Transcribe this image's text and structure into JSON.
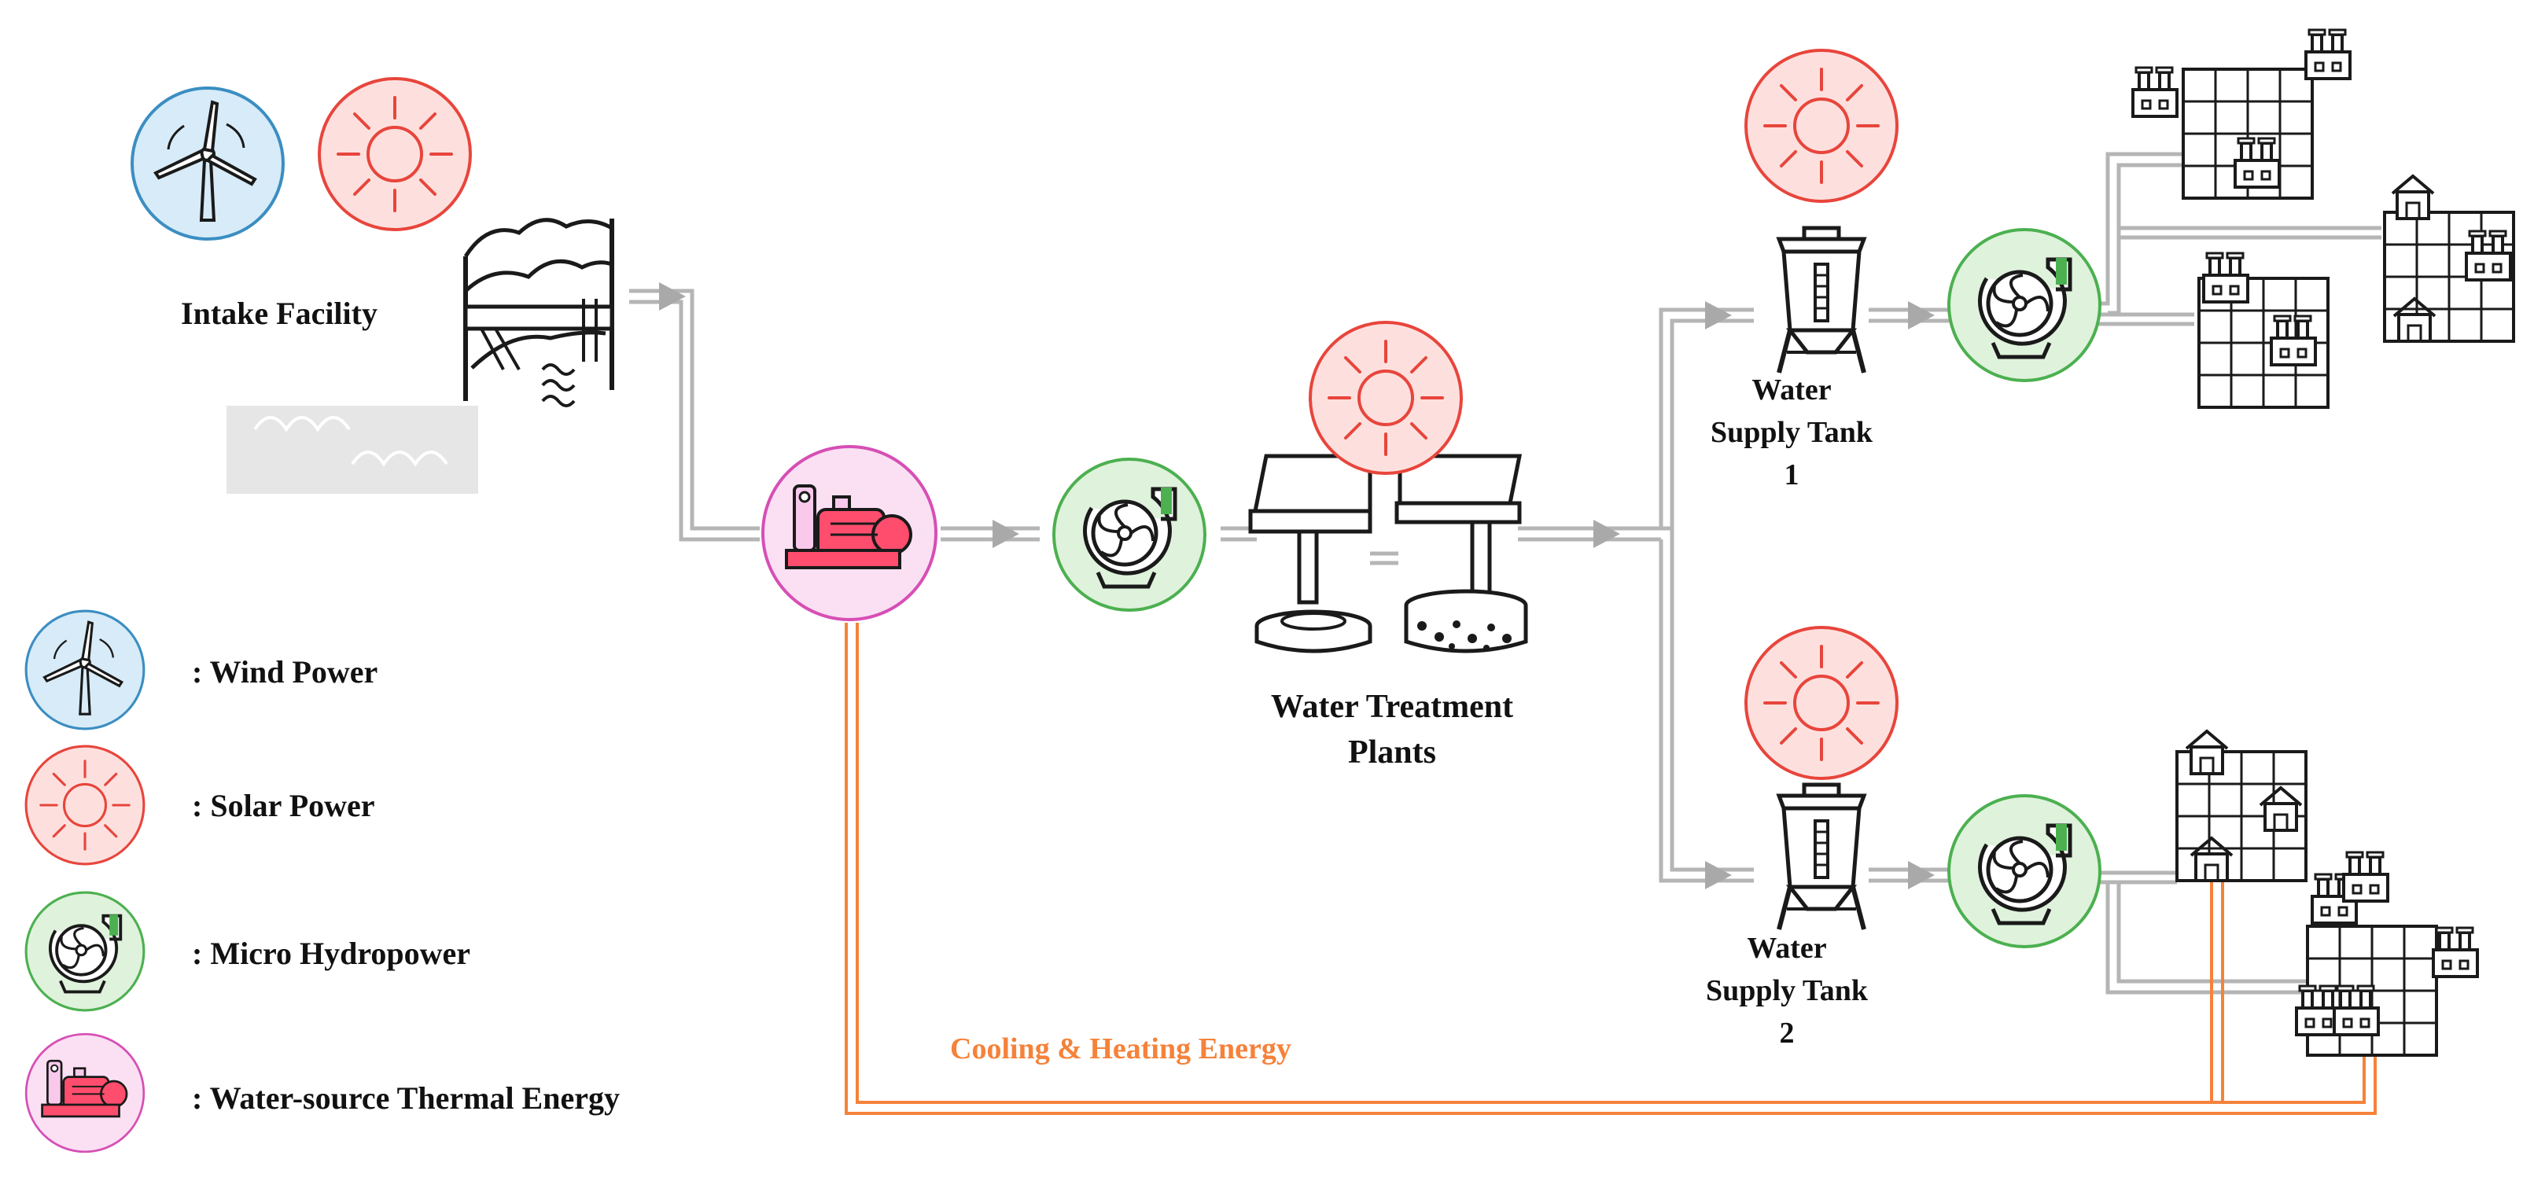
{
  "labels": {
    "intake": "Intake Facility",
    "treatment_line1": "Water Treatment",
    "treatment_line2": "Plants",
    "tank1_line1": "Water",
    "tank1_line2": "Supply Tank",
    "tank1_line3": "1",
    "tank2_line1": "Water",
    "tank2_line2": "Supply Tank",
    "tank2_line3": "2",
    "energy_loop": "Cooling & Heating Energy"
  },
  "legend": [
    {
      "icon": "wind-turbine-icon",
      "label": ": Wind Power"
    },
    {
      "icon": "sun-icon",
      "label": ": Solar Power"
    },
    {
      "icon": "turbine-pump-icon",
      "label": ": Micro Hydropower"
    },
    {
      "icon": "heat-pump-icon",
      "label": ": Water-source Thermal Energy"
    }
  ],
  "colors": {
    "wind": "#d7ebf8",
    "wind_stroke": "#3b8ec2",
    "solar": "#fde0de",
    "solar_stroke": "#e8453c",
    "hydro": "#dff2dc",
    "hydro_stroke": "#4cb050",
    "thermal": "#fbe0f3",
    "thermal_stroke": "#d64fb5",
    "thermal_machine": "#ff4d6d",
    "pipe": "#b5b5b5",
    "energy_pipe": "#f5823a"
  }
}
